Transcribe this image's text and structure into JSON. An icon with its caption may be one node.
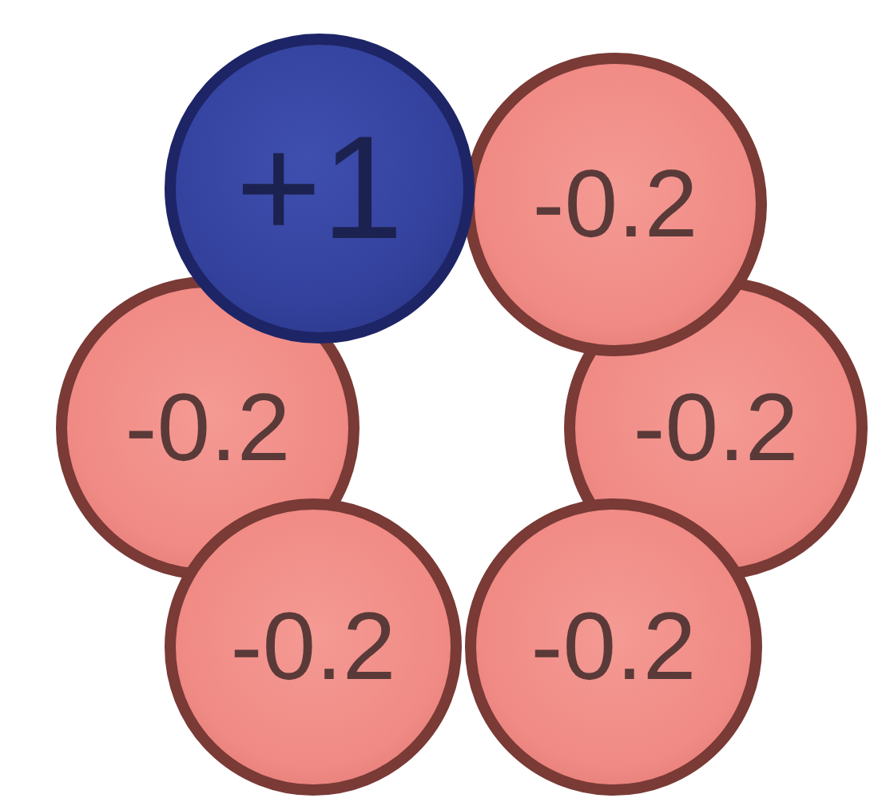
{
  "diagram": {
    "nodes": [
      {
        "text": [
          "+1"
        ]
      },
      {
        "text": [
          "-0.2"
        ]
      },
      {
        "text": [
          "-0.2"
        ]
      },
      {
        "text": [
          "-0.2"
        ]
      },
      {
        "text": [
          "-0.2"
        ]
      },
      {
        "text": [
          "-0.2"
        ]
      }
    ]
  }
}
